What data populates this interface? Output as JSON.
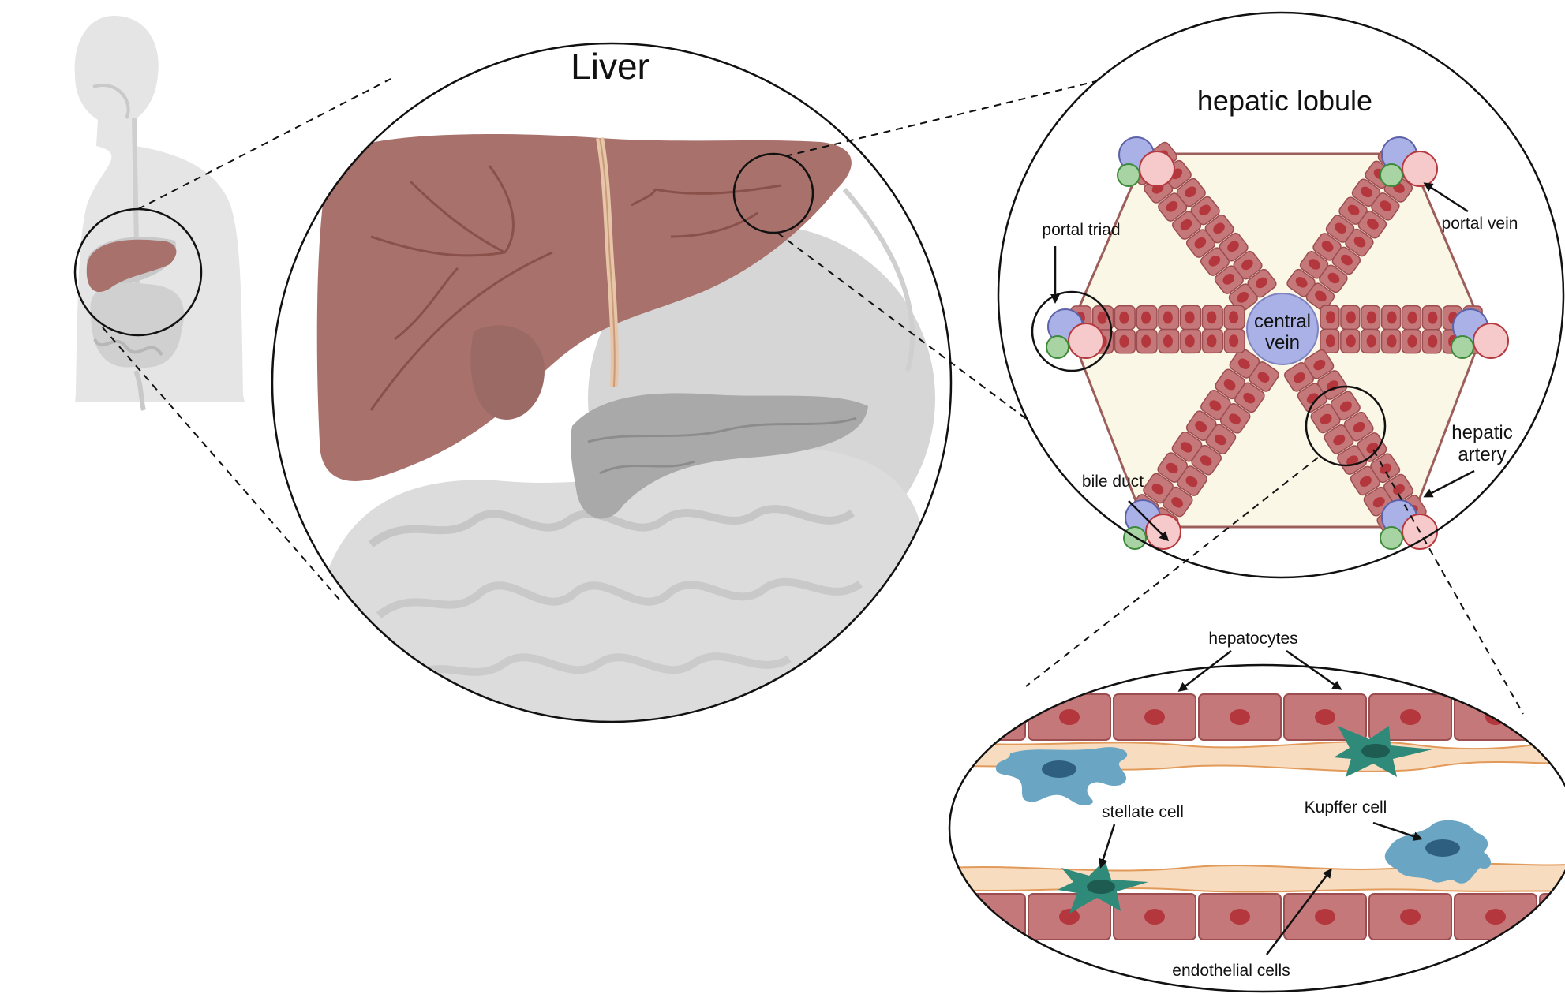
{
  "panels": {
    "liver": {
      "title": "Liver"
    },
    "lobule": {
      "title": "hepatic lobule",
      "labels": {
        "portal_triad": "portal triad",
        "portal_vein": "portal vein",
        "central_vein_line1": "central",
        "central_vein_line2": "vein",
        "hepatic_artery_line1": "hepatic",
        "hepatic_artery_line2": "artery",
        "bile_duct": "bile duct"
      }
    },
    "sinusoid": {
      "labels": {
        "hepatocytes": "hepatocytes",
        "stellate_cell": "stellate cell",
        "kupffer_cell": "Kupffer cell",
        "endothelial_cells": "endothelial cells"
      }
    }
  },
  "colors": {
    "liver": "#a9716b",
    "liver_dark": "#7e4a45",
    "hepatocyte": "#c5787a",
    "hepatocyte_nucleus": "#b3373d",
    "portal_vein": "#aab1e6",
    "hepatic_artery": "#f6c9cb",
    "bile_duct": "#a8d4a3",
    "stellate": "#2f8a7a",
    "kupffer": "#6aa6c4",
    "endothelial": "#f7dcbf",
    "organ_gray": "#d4d4d4",
    "lobule_fill": "#fbf7e6"
  }
}
